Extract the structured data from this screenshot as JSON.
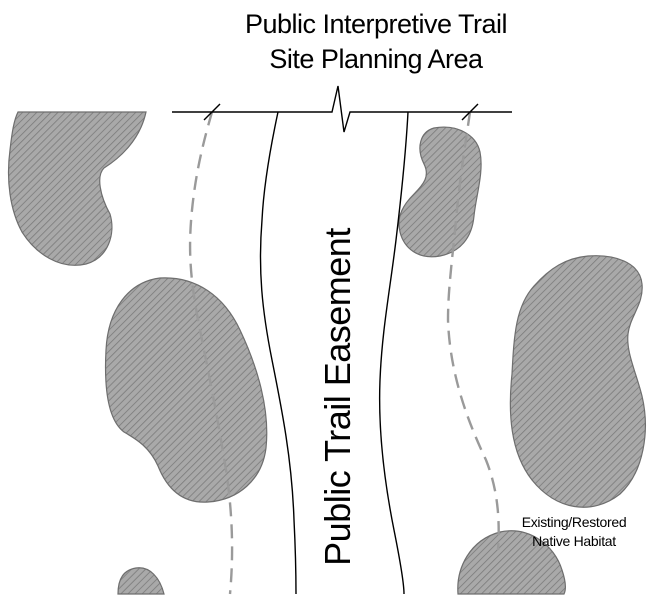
{
  "title": {
    "line1": "Public Interpretive Trail",
    "line2": "Site Planning Area"
  },
  "easement_label": "Public Trail Easement",
  "habitat_label": {
    "line1": "Existing/Restored",
    "line2": "Native Habitat"
  },
  "colors": {
    "habitat_fill": "#a9a9a9",
    "habitat_hatch": "#7a7a7a",
    "boundary_dash": "#9a9a9a",
    "line": "#000000",
    "background": "#ffffff"
  }
}
